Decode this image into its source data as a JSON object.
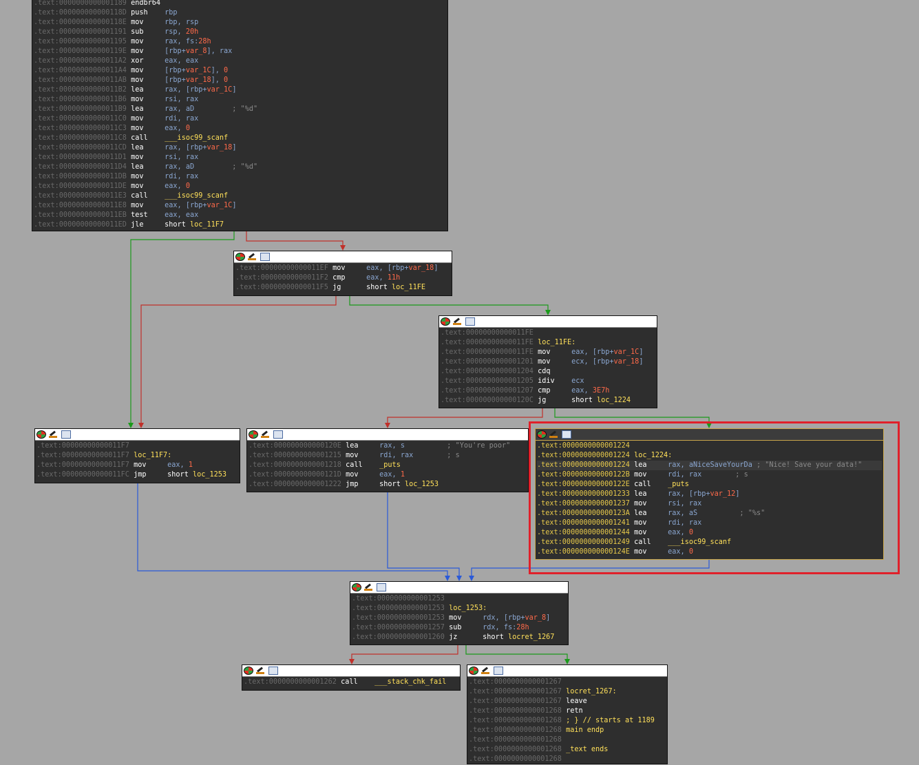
{
  "blocks": {
    "b1": {
      "lines": [
        {
          "addr": ".text:0000000000001189",
          "mn": "endbr64",
          "ops": []
        },
        {
          "addr": ".text:000000000000118D",
          "mn": "push",
          "ops": [
            {
              "t": "rg",
              "v": "rbp"
            }
          ]
        },
        {
          "addr": ".text:000000000000118E",
          "mn": "mov",
          "ops": [
            {
              "t": "rg",
              "v": "rbp, rsp"
            }
          ]
        },
        {
          "addr": ".text:0000000000001191",
          "mn": "sub",
          "ops": [
            {
              "t": "rg",
              "v": "rsp, "
            },
            {
              "t": "nm",
              "v": "20h"
            }
          ]
        },
        {
          "addr": ".text:0000000000001195",
          "mn": "mov",
          "ops": [
            {
              "t": "rg",
              "v": "rax, fs:"
            },
            {
              "t": "nm",
              "v": "28h"
            }
          ]
        },
        {
          "addr": ".text:000000000000119E",
          "mn": "mov",
          "ops": [
            {
              "t": "rg",
              "v": "[rbp+"
            },
            {
              "t": "vr",
              "v": "var_8"
            },
            {
              "t": "rg",
              "v": "], rax"
            }
          ]
        },
        {
          "addr": ".text:00000000000011A2",
          "mn": "xor",
          "ops": [
            {
              "t": "rg",
              "v": "eax, eax"
            }
          ]
        },
        {
          "addr": ".text:00000000000011A4",
          "mn": "mov",
          "ops": [
            {
              "t": "rg",
              "v": "[rbp+"
            },
            {
              "t": "vr",
              "v": "var_1C"
            },
            {
              "t": "rg",
              "v": "], "
            },
            {
              "t": "nm",
              "v": "0"
            }
          ]
        },
        {
          "addr": ".text:00000000000011AB",
          "mn": "mov",
          "ops": [
            {
              "t": "rg",
              "v": "[rbp+"
            },
            {
              "t": "vr",
              "v": "var_18"
            },
            {
              "t": "rg",
              "v": "], "
            },
            {
              "t": "nm",
              "v": "0"
            }
          ]
        },
        {
          "addr": ".text:00000000000011B2",
          "mn": "lea",
          "ops": [
            {
              "t": "rg",
              "v": "rax, [rbp+"
            },
            {
              "t": "vr",
              "v": "var_1C"
            },
            {
              "t": "rg",
              "v": "]"
            }
          ]
        },
        {
          "addr": ".text:00000000000011B6",
          "mn": "mov",
          "ops": [
            {
              "t": "rg",
              "v": "rsi, rax"
            }
          ]
        },
        {
          "addr": ".text:00000000000011B9",
          "mn": "lea",
          "ops": [
            {
              "t": "rg",
              "v": "rax, aD"
            },
            {
              "t": "cm",
              "v": "         ; \"%d\""
            }
          ]
        },
        {
          "addr": ".text:00000000000011C0",
          "mn": "mov",
          "ops": [
            {
              "t": "rg",
              "v": "rdi, rax"
            }
          ]
        },
        {
          "addr": ".text:00000000000011C3",
          "mn": "mov",
          "ops": [
            {
              "t": "rg",
              "v": "eax, "
            },
            {
              "t": "nm",
              "v": "0"
            }
          ]
        },
        {
          "addr": ".text:00000000000011C8",
          "mn": "call",
          "ops": [
            {
              "t": "fn",
              "v": "___isoc99_scanf"
            }
          ]
        },
        {
          "addr": ".text:00000000000011CD",
          "mn": "lea",
          "ops": [
            {
              "t": "rg",
              "v": "rax, [rbp+"
            },
            {
              "t": "vr",
              "v": "var_18"
            },
            {
              "t": "rg",
              "v": "]"
            }
          ]
        },
        {
          "addr": ".text:00000000000011D1",
          "mn": "mov",
          "ops": [
            {
              "t": "rg",
              "v": "rsi, rax"
            }
          ]
        },
        {
          "addr": ".text:00000000000011D4",
          "mn": "lea",
          "ops": [
            {
              "t": "rg",
              "v": "rax, aD"
            },
            {
              "t": "cm",
              "v": "         ; \"%d\""
            }
          ]
        },
        {
          "addr": ".text:00000000000011DB",
          "mn": "mov",
          "ops": [
            {
              "t": "rg",
              "v": "rdi, rax"
            }
          ]
        },
        {
          "addr": ".text:00000000000011DE",
          "mn": "mov",
          "ops": [
            {
              "t": "rg",
              "v": "eax, "
            },
            {
              "t": "nm",
              "v": "0"
            }
          ]
        },
        {
          "addr": ".text:00000000000011E3",
          "mn": "call",
          "ops": [
            {
              "t": "fn",
              "v": "___isoc99_scanf"
            }
          ]
        },
        {
          "addr": ".text:00000000000011E8",
          "mn": "mov",
          "ops": [
            {
              "t": "rg",
              "v": "eax, [rbp+"
            },
            {
              "t": "vr",
              "v": "var_1C"
            },
            {
              "t": "rg",
              "v": "]"
            }
          ]
        },
        {
          "addr": ".text:00000000000011EB",
          "mn": "test",
          "ops": [
            {
              "t": "rg",
              "v": "eax, eax"
            }
          ]
        },
        {
          "addr": ".text:00000000000011ED",
          "mn": "jle",
          "ops": [
            {
              "t": "mn",
              "v": "short "
            },
            {
              "t": "fn",
              "v": "loc_11F7"
            }
          ]
        }
      ]
    },
    "b2": {
      "lines": [
        {
          "addr": ".text:00000000000011EF",
          "mn": "mov",
          "ops": [
            {
              "t": "rg",
              "v": "eax, [rbp+"
            },
            {
              "t": "vr",
              "v": "var_18"
            },
            {
              "t": "rg",
              "v": "]"
            }
          ]
        },
        {
          "addr": ".text:00000000000011F2",
          "mn": "cmp",
          "ops": [
            {
              "t": "rg",
              "v": "eax, "
            },
            {
              "t": "nm",
              "v": "11h"
            }
          ]
        },
        {
          "addr": ".text:00000000000011F5",
          "mn": "jg",
          "ops": [
            {
              "t": "mn",
              "v": "short "
            },
            {
              "t": "fn",
              "v": "loc_11FE"
            }
          ]
        }
      ]
    },
    "b3": {
      "lines": [
        {
          "addr": ".text:00000000000011FE",
          "mn": "",
          "ops": []
        },
        {
          "addr": ".text:00000000000011FE",
          "mn": "",
          "label": "loc_11FE:",
          "ops": []
        },
        {
          "addr": ".text:00000000000011FE",
          "mn": "mov",
          "ops": [
            {
              "t": "rg",
              "v": "eax, [rbp+"
            },
            {
              "t": "vr",
              "v": "var_1C"
            },
            {
              "t": "rg",
              "v": "]"
            }
          ]
        },
        {
          "addr": ".text:0000000000001201",
          "mn": "mov",
          "ops": [
            {
              "t": "rg",
              "v": "ecx, [rbp+"
            },
            {
              "t": "vr",
              "v": "var_18"
            },
            {
              "t": "rg",
              "v": "]"
            }
          ]
        },
        {
          "addr": ".text:0000000000001204",
          "mn": "cdq",
          "ops": []
        },
        {
          "addr": ".text:0000000000001205",
          "mn": "idiv",
          "ops": [
            {
              "t": "rg",
              "v": "ecx"
            }
          ]
        },
        {
          "addr": ".text:0000000000001207",
          "mn": "cmp",
          "ops": [
            {
              "t": "rg",
              "v": "eax, "
            },
            {
              "t": "nm",
              "v": "3E7h"
            }
          ]
        },
        {
          "addr": ".text:000000000000120C",
          "mn": "jg",
          "ops": [
            {
              "t": "mn",
              "v": "short "
            },
            {
              "t": "fn",
              "v": "loc_1224"
            }
          ]
        }
      ]
    },
    "b4": {
      "lines": [
        {
          "addr": ".text:00000000000011F7",
          "mn": "",
          "ops": []
        },
        {
          "addr": ".text:00000000000011F7",
          "mn": "",
          "label": "loc_11F7:",
          "ops": []
        },
        {
          "addr": ".text:00000000000011F7",
          "mn": "mov",
          "ops": [
            {
              "t": "rg",
              "v": "eax, "
            },
            {
              "t": "nm",
              "v": "1"
            }
          ]
        },
        {
          "addr": ".text:00000000000011FC",
          "mn": "jmp",
          "ops": [
            {
              "t": "mn",
              "v": "short "
            },
            {
              "t": "fn",
              "v": "loc_1253"
            }
          ]
        }
      ]
    },
    "b5": {
      "lines": [
        {
          "addr": ".text:000000000000120E",
          "mn": "lea",
          "ops": [
            {
              "t": "rg",
              "v": "rax, s"
            },
            {
              "t": "cm",
              "v": "          ; \"You're poor\""
            }
          ]
        },
        {
          "addr": ".text:0000000000001215",
          "mn": "mov",
          "ops": [
            {
              "t": "rg",
              "v": "rdi, rax"
            },
            {
              "t": "cm",
              "v": "        ; s"
            }
          ]
        },
        {
          "addr": ".text:0000000000001218",
          "mn": "call",
          "ops": [
            {
              "t": "fn",
              "v": "_puts"
            }
          ]
        },
        {
          "addr": ".text:000000000000121D",
          "mn": "mov",
          "ops": [
            {
              "t": "rg",
              "v": "eax, "
            },
            {
              "t": "nm",
              "v": "1"
            }
          ]
        },
        {
          "addr": ".text:0000000000001222",
          "mn": "jmp",
          "ops": [
            {
              "t": "mn",
              "v": "short "
            },
            {
              "t": "fn",
              "v": "loc_1253"
            }
          ]
        }
      ]
    },
    "b6": {
      "lines": [
        {
          "addr": ".text:0000000000001224",
          "mn": "",
          "ops": []
        },
        {
          "addr": ".text:0000000000001224",
          "mn": "",
          "label": "loc_1224:",
          "ops": []
        },
        {
          "addr": ".text:0000000000001224",
          "mn": "lea",
          "ops": [
            {
              "t": "rg",
              "v": "rax, aNiceSaveYourDa"
            },
            {
              "t": "cm",
              "v": " ; \"Nice! Save your data!\""
            }
          ]
        },
        {
          "addr": ".text:000000000000122B",
          "mn": "mov",
          "ops": [
            {
              "t": "rg",
              "v": "rdi, rax"
            },
            {
              "t": "cm",
              "v": "        ; s"
            }
          ]
        },
        {
          "addr": ".text:000000000000122E",
          "mn": "call",
          "ops": [
            {
              "t": "fn",
              "v": "_puts"
            }
          ]
        },
        {
          "addr": ".text:0000000000001233",
          "mn": "lea",
          "ops": [
            {
              "t": "rg",
              "v": "rax, [rbp+"
            },
            {
              "t": "vr",
              "v": "var_12"
            },
            {
              "t": "rg",
              "v": "]"
            }
          ]
        },
        {
          "addr": ".text:0000000000001237",
          "mn": "mov",
          "ops": [
            {
              "t": "rg",
              "v": "rsi, rax"
            }
          ]
        },
        {
          "addr": ".text:000000000000123A",
          "mn": "lea",
          "ops": [
            {
              "t": "rg",
              "v": "rax, aS"
            },
            {
              "t": "cm",
              "v": "          ; \"%s\""
            }
          ]
        },
        {
          "addr": ".text:0000000000001241",
          "mn": "mov",
          "ops": [
            {
              "t": "rg",
              "v": "rdi, rax"
            }
          ]
        },
        {
          "addr": ".text:0000000000001244",
          "mn": "mov",
          "ops": [
            {
              "t": "rg",
              "v": "eax, "
            },
            {
              "t": "nm",
              "v": "0"
            }
          ]
        },
        {
          "addr": ".text:0000000000001249",
          "mn": "call",
          "ops": [
            {
              "t": "fn",
              "v": "___isoc99_scanf"
            }
          ]
        },
        {
          "addr": ".text:000000000000124E",
          "mn": "mov",
          "ops": [
            {
              "t": "rg",
              "v": "eax, "
            },
            {
              "t": "nm",
              "v": "0"
            }
          ]
        }
      ]
    },
    "b7": {
      "lines": [
        {
          "addr": ".text:0000000000001253",
          "mn": "",
          "ops": []
        },
        {
          "addr": ".text:0000000000001253",
          "mn": "",
          "label": "loc_1253:",
          "ops": []
        },
        {
          "addr": ".text:0000000000001253",
          "mn": "mov",
          "ops": [
            {
              "t": "rg",
              "v": "rdx, [rbp+"
            },
            {
              "t": "vr",
              "v": "var_8"
            },
            {
              "t": "rg",
              "v": "]"
            }
          ]
        },
        {
          "addr": ".text:0000000000001257",
          "mn": "sub",
          "ops": [
            {
              "t": "rg",
              "v": "rdx, fs:"
            },
            {
              "t": "nm",
              "v": "28h"
            }
          ]
        },
        {
          "addr": ".text:0000000000001260",
          "mn": "jz",
          "ops": [
            {
              "t": "mn",
              "v": "short "
            },
            {
              "t": "fn",
              "v": "locret_1267"
            }
          ]
        }
      ]
    },
    "b8": {
      "lines": [
        {
          "addr": ".text:0000000000001262",
          "mn": "call",
          "ops": [
            {
              "t": "fn",
              "v": "___stack_chk_fail"
            }
          ]
        }
      ]
    },
    "b9": {
      "lines": [
        {
          "addr": ".text:0000000000001267",
          "mn": "",
          "ops": []
        },
        {
          "addr": ".text:0000000000001267",
          "mn": "",
          "label": "locret_1267:",
          "ops": []
        },
        {
          "addr": ".text:0000000000001267",
          "mn": "leave",
          "ops": []
        },
        {
          "addr": ".text:0000000000001268",
          "mn": "retn",
          "ops": []
        },
        {
          "addr": ".text:0000000000001268",
          "mn": "",
          "label": "; } // starts at 1189",
          "ops": []
        },
        {
          "addr": ".text:0000000000001268",
          "mn": "",
          "label": "main endp",
          "ops": []
        },
        {
          "addr": ".text:0000000000001268",
          "mn": "",
          "ops": []
        },
        {
          "addr": ".text:0000000000001268",
          "mn": "",
          "label": "_text ends",
          "ops": []
        },
        {
          "addr": ".text:0000000000001268",
          "mn": "",
          "ops": []
        }
      ]
    }
  },
  "header_icons": [
    "graph-colors-icon",
    "edit-node-icon",
    "graph-overview-icon"
  ],
  "colors": {
    "true_edge": "#1a9a1a",
    "false_edge": "#c0302a",
    "jump_edge": "#2a5ad8",
    "highlight": "#e0202a"
  }
}
